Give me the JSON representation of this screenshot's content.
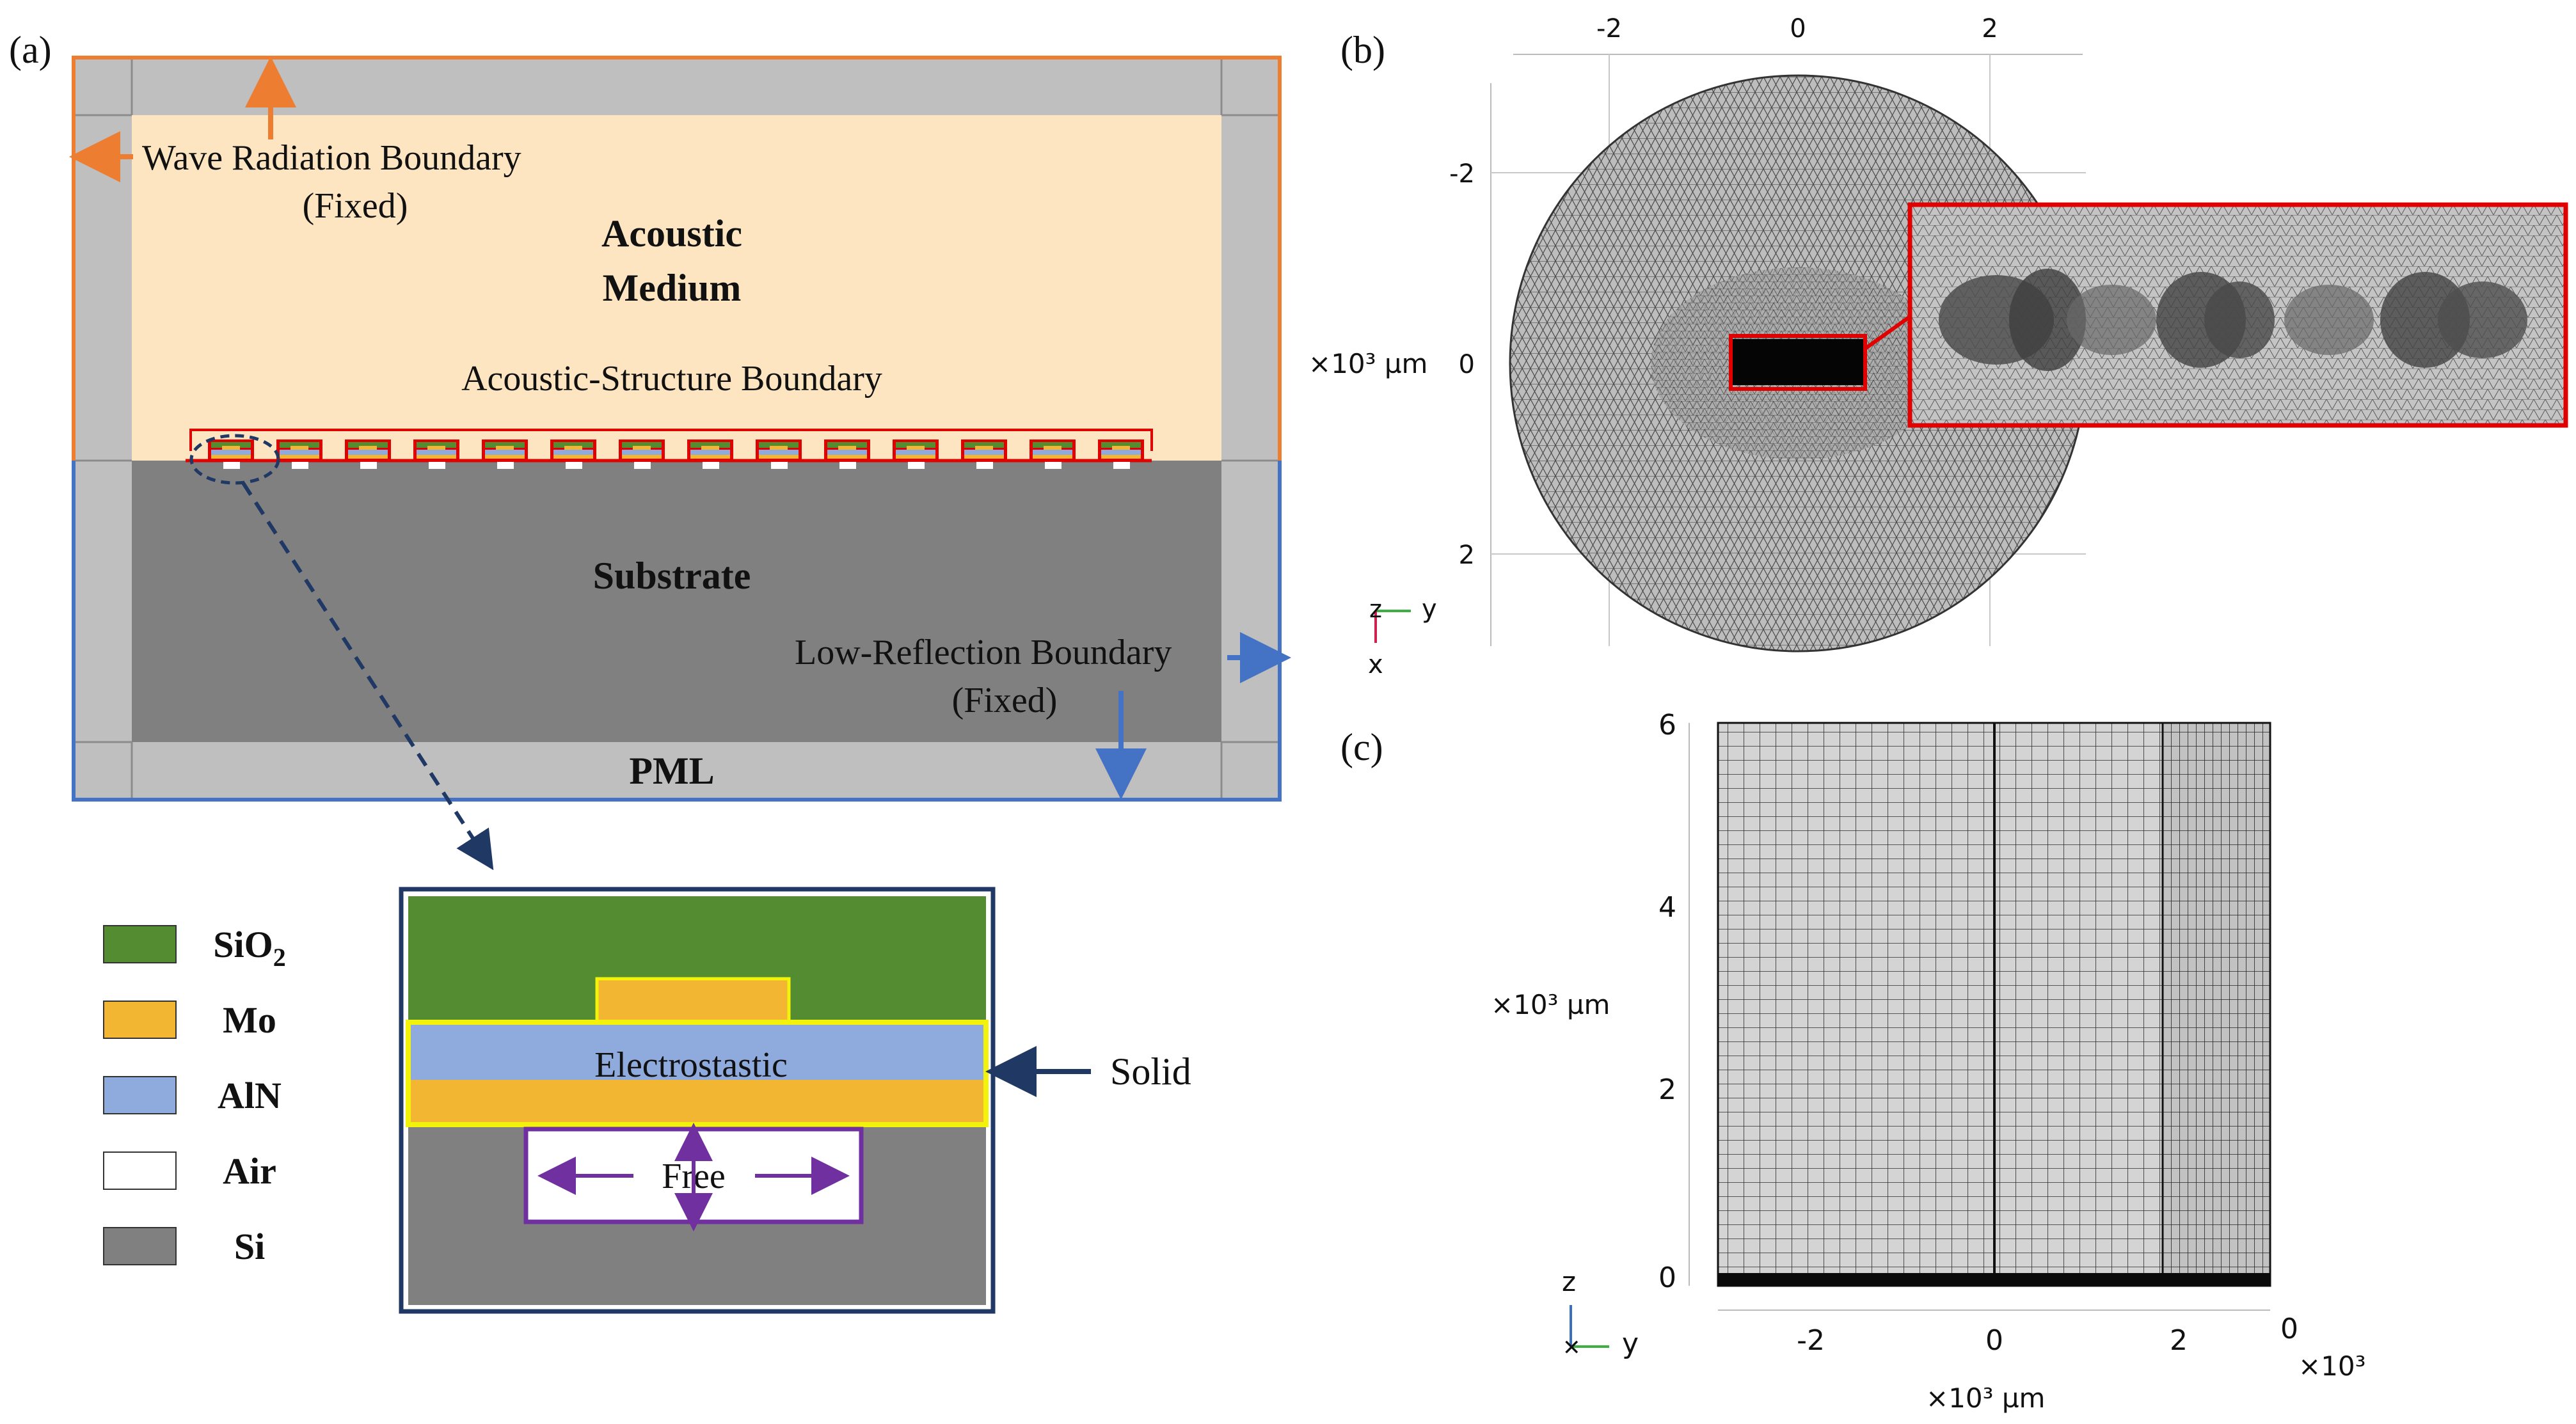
{
  "panels": {
    "a": {
      "tag": "(a)",
      "regions": {
        "acoustic_line1": "Acoustic",
        "acoustic_line2": "Medium",
        "substrate": "Substrate",
        "pml": "PML"
      },
      "boundaries": {
        "wave_radiation": "Wave Radiation Boundary",
        "wave_radiation_note": "(Fixed)",
        "acoustic_structure": "Acoustic-Structure Boundary",
        "low_reflection": "Low-Reflection Boundary",
        "low_reflection_note": "(Fixed)"
      },
      "electrode_count": 14,
      "legend": [
        {
          "key": "SiO2",
          "label": "SiO",
          "sub": "2",
          "color": "#548c31"
        },
        {
          "key": "Mo",
          "label": "Mo",
          "sub": "",
          "color": "#f2b632"
        },
        {
          "key": "AlN",
          "label": "AlN",
          "sub": "",
          "color": "#8faadc"
        },
        {
          "key": "Air",
          "label": "Air",
          "sub": "",
          "color": "#ffffff"
        },
        {
          "key": "Si",
          "label": "Si",
          "sub": "",
          "color": "#808080"
        }
      ],
      "inset": {
        "electrostatic": "Electrostastic",
        "free": "Free",
        "solid": "Solid"
      },
      "colors": {
        "acoustic": "#fde5c2",
        "substrate": "#808080",
        "pml": "#bfbfbf",
        "orange": "#ed7d31",
        "blue": "#4472c4",
        "red": "#e00000",
        "navy": "#1f3864",
        "yellow": "#f2f20a",
        "purple": "#7030a0"
      }
    },
    "b": {
      "tag": "(b)",
      "top_ticks": [
        "-2",
        "0",
        "2"
      ],
      "left_ticks": [
        "-2",
        "0",
        "2"
      ],
      "unit": "×10³ µm",
      "axes": {
        "z": "z",
        "y": "y",
        "x": "x"
      }
    },
    "c": {
      "tag": "(c)",
      "y_ticks": [
        "6",
        "4",
        "2",
        "0"
      ],
      "x_ticks": [
        "-2",
        "0",
        "2"
      ],
      "x_extra_tick": "0",
      "y_unit": "×10³ µm",
      "x_unit": "×10³ µm",
      "x_multiplier": "×10³",
      "axes": {
        "z": "z",
        "y": "y"
      }
    }
  }
}
